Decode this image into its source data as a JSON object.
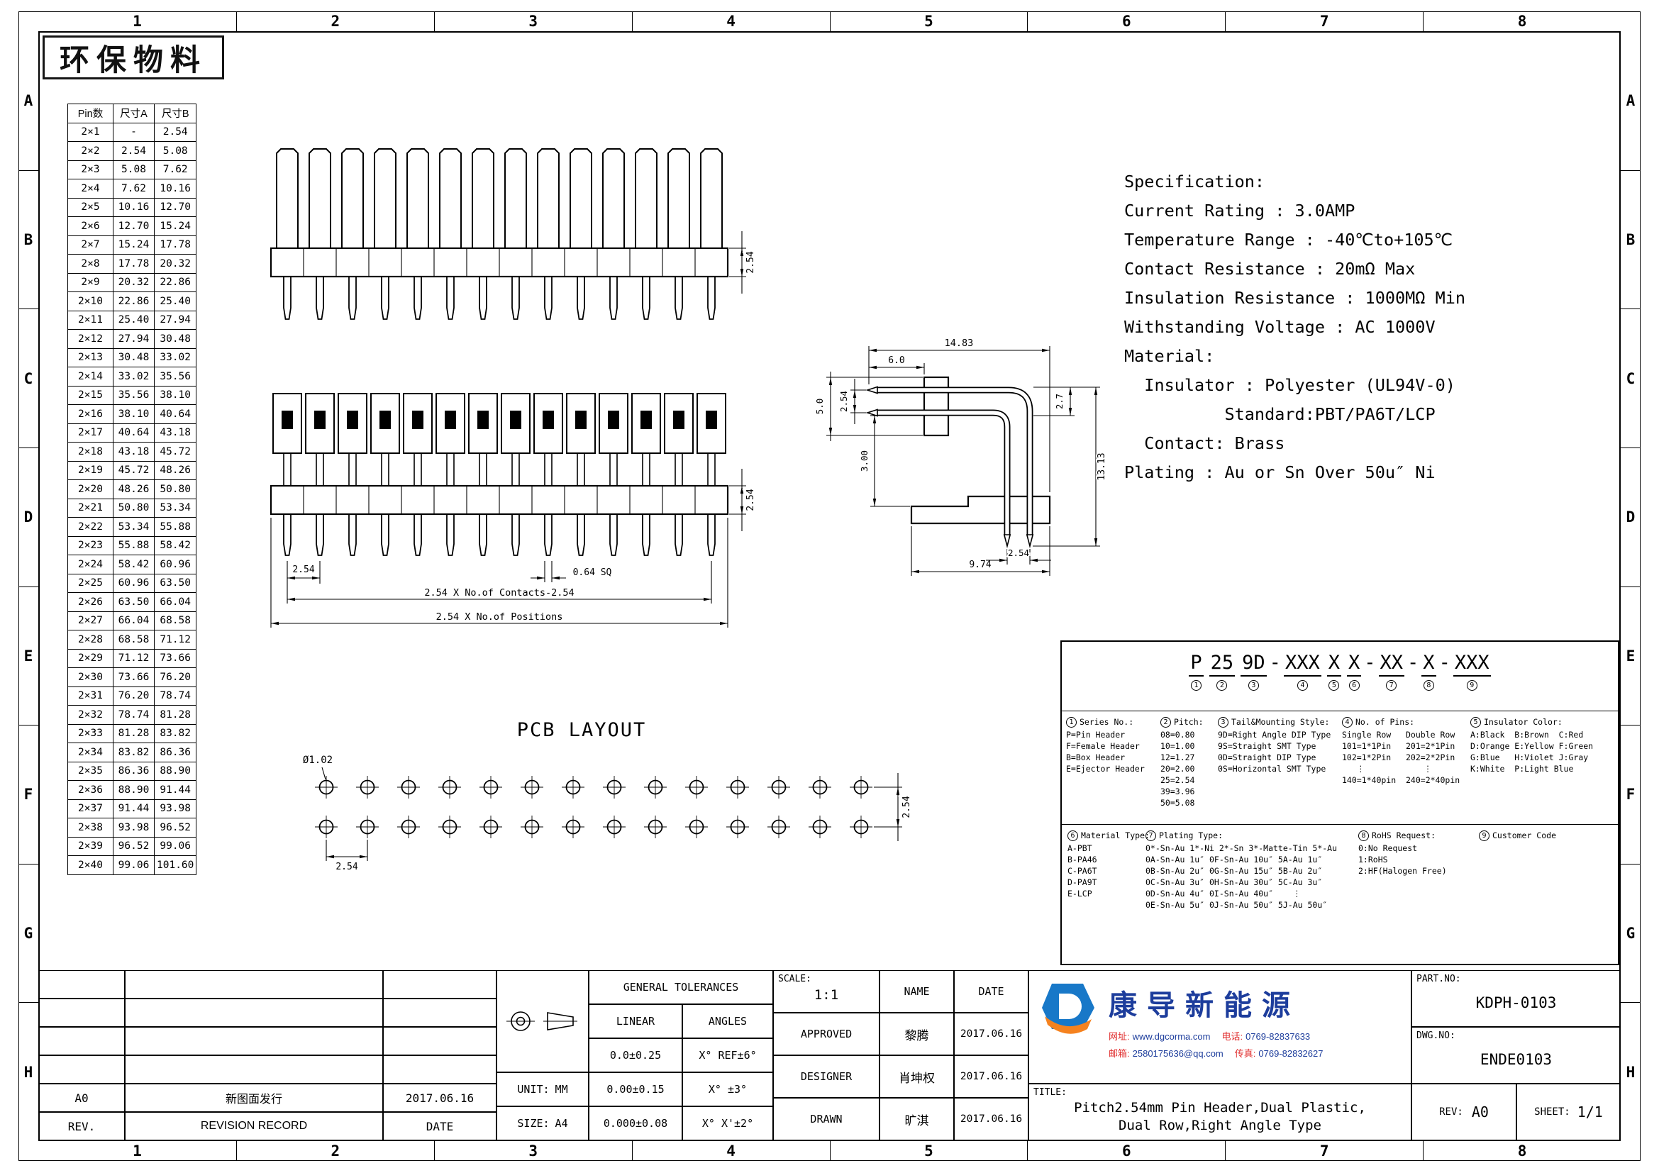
{
  "page": {
    "stamp": "环保物料",
    "grid_cols": [
      "1",
      "2",
      "3",
      "4",
      "5",
      "6",
      "7",
      "8"
    ],
    "grid_rows": [
      "A",
      "B",
      "C",
      "D",
      "E",
      "F",
      "G",
      "H"
    ]
  },
  "colors": {
    "accent_blue": "#1d3d9c",
    "accent_red": "#e02b2b",
    "logo_blue": "#1878c8",
    "logo_orange": "#f5821f"
  },
  "pin_table": {
    "headers": [
      "Pin数",
      "尺寸A",
      "尺寸B"
    ],
    "rows": [
      [
        "2×1",
        "-",
        "2.54"
      ],
      [
        "2×2",
        "2.54",
        "5.08"
      ],
      [
        "2×3",
        "5.08",
        "7.62"
      ],
      [
        "2×4",
        "7.62",
        "10.16"
      ],
      [
        "2×5",
        "10.16",
        "12.70"
      ],
      [
        "2×6",
        "12.70",
        "15.24"
      ],
      [
        "2×7",
        "15.24",
        "17.78"
      ],
      [
        "2×8",
        "17.78",
        "20.32"
      ],
      [
        "2×9",
        "20.32",
        "22.86"
      ],
      [
        "2×10",
        "22.86",
        "25.40"
      ],
      [
        "2×11",
        "25.40",
        "27.94"
      ],
      [
        "2×12",
        "27.94",
        "30.48"
      ],
      [
        "2×13",
        "30.48",
        "33.02"
      ],
      [
        "2×14",
        "33.02",
        "35.56"
      ],
      [
        "2×15",
        "35.56",
        "38.10"
      ],
      [
        "2×16",
        "38.10",
        "40.64"
      ],
      [
        "2×17",
        "40.64",
        "43.18"
      ],
      [
        "2×18",
        "43.18",
        "45.72"
      ],
      [
        "2×19",
        "45.72",
        "48.26"
      ],
      [
        "2×20",
        "48.26",
        "50.80"
      ],
      [
        "2×21",
        "50.80",
        "53.34"
      ],
      [
        "2×22",
        "53.34",
        "55.88"
      ],
      [
        "2×23",
        "55.88",
        "58.42"
      ],
      [
        "2×24",
        "58.42",
        "60.96"
      ],
      [
        "2×25",
        "60.96",
        "63.50"
      ],
      [
        "2×26",
        "63.50",
        "66.04"
      ],
      [
        "2×27",
        "66.04",
        "68.58"
      ],
      [
        "2×28",
        "68.58",
        "71.12"
      ],
      [
        "2×29",
        "71.12",
        "73.66"
      ],
      [
        "2×30",
        "73.66",
        "76.20"
      ],
      [
        "2×31",
        "76.20",
        "78.74"
      ],
      [
        "2×32",
        "78.74",
        "81.28"
      ],
      [
        "2×33",
        "81.28",
        "83.82"
      ],
      [
        "2×34",
        "83.82",
        "86.36"
      ],
      [
        "2×35",
        "86.36",
        "88.90"
      ],
      [
        "2×36",
        "88.90",
        "91.44"
      ],
      [
        "2×37",
        "91.44",
        "93.98"
      ],
      [
        "2×38",
        "93.98",
        "96.52"
      ],
      [
        "2×39",
        "96.52",
        "99.06"
      ],
      [
        "2×40",
        "99.06",
        "101.60"
      ]
    ]
  },
  "spec": {
    "lines": [
      "Specification:",
      "Current Rating : 3.0AMP",
      "Temperature Range : -40℃to+105℃",
      "Contact Resistance : 20mΩ Max",
      "Insulation Resistance : 1000MΩ Min",
      "Withstanding Voltage : AC 1000V",
      "Material:",
      "  Insulator : Polyester (UL94V-0)",
      "          Standard:PBT/PA6T/LCP",
      "  Contact: Brass",
      "Plating : Au or Sn Over 50u″ Ni"
    ]
  },
  "dims": {
    "top_row_pitch": "2.54",
    "mid_pitch": "2.54",
    "mid_sq": "0.64 SQ",
    "mid_contacts": "2.54 X No.of Contacts-2.54",
    "mid_positions": "2.54 X No.of Positions",
    "mid_body": "2.54",
    "side_total_w": "14.83",
    "side_tail": "6.0",
    "side_pitch": "2.54",
    "side_body_h": "5.0",
    "side_3": "3.00",
    "side_27": "2.7",
    "side_1313": "13.13",
    "side_974": "9.74",
    "side_leg_pitch": "2.54",
    "pcb_hole": "Ø1.02",
    "pcb_pitch": "2.54",
    "pcb_row_pitch": "2.54"
  },
  "pcb": {
    "title": "PCB LAYOUT"
  },
  "part_number": {
    "segments": [
      {
        "sep": "",
        "text": "P",
        "num": "1"
      },
      {
        "sep": " ",
        "text": "25",
        "num": "2"
      },
      {
        "sep": " ",
        "text": "9D",
        "num": "3"
      },
      {
        "sep": "-",
        "text": "XXX",
        "num": "4"
      },
      {
        "sep": " ",
        "text": "X",
        "num": "5"
      },
      {
        "sep": " ",
        "text": "X",
        "num": "6"
      },
      {
        "sep": "-",
        "text": "XX",
        "num": "7"
      },
      {
        "sep": "-",
        "text": "X",
        "num": "8"
      },
      {
        "sep": "-",
        "text": "XXX",
        "num": "9"
      }
    ],
    "legend": {
      "series": {
        "num": "1",
        "title": "Series No.:",
        "lines": [
          "P=Pin Header",
          "F=Female Header",
          "B=Box Header",
          "E=Ejector Header"
        ]
      },
      "pitch": {
        "num": "2",
        "title": "Pitch:",
        "lines": [
          "08=0.80",
          "10=1.00",
          "12=1.27",
          "20=2.00",
          "25=2.54",
          "39=3.96",
          "50=5.08"
        ]
      },
      "tail": {
        "num": "3",
        "title": "Tail&Mounting Style:",
        "lines": [
          "9D=Right Angle DIP Type",
          "9S=Straight SMT Type",
          "0D=Straight DIP Type",
          "0S=Horizontal SMT Type"
        ]
      },
      "pins": {
        "num": "4",
        "title": "No. of Pins:",
        "lines": [
          "Single Row   Double Row",
          "101=1*1Pin   201=2*1Pin",
          "102=1*2Pin   202=2*2Pin",
          "   ⋮            ⋮",
          "140=1*40pin  240=2*40pin"
        ]
      },
      "color": {
        "num": "5",
        "title": "Insulator Color:",
        "lines": [
          "A:Black  B:Brown  C:Red",
          "D:Orange E:Yellow F:Green",
          "G:Blue   H:Violet J:Gray",
          "K:White  P:Light Blue"
        ]
      },
      "material": {
        "num": "6",
        "title": "Material Type:",
        "lines": [
          "A-PBT",
          "B-PA46",
          "C-PA6T",
          "D-PA9T",
          "E-LCP"
        ]
      },
      "plating": {
        "num": "7",
        "title": "Plating Type:",
        "lines": [
          "0*-Sn-Au 1*-Ni 2*-Sn 3*-Matte-Tin 5*-Au",
          "0A-Sn-Au 1u″ 0F-Sn-Au 10u″ 5A-Au 1u″",
          "0B-Sn-Au 2u″ 0G-Sn-Au 15u″ 5B-Au 2u″",
          "0C-Sn-Au 3u″ 0H-Sn-Au 30u″ 5C-Au 3u″",
          "0D-Sn-Au 4u″ 0I-Sn-Au 40u″    ⋮",
          "0E-Sn-Au 5u″ 0J-Sn-Au 50u″ 5J-Au 50u″"
        ]
      },
      "rohs": {
        "num": "8",
        "title": "RoHS Request:",
        "lines": [
          "0:No Request",
          "1:RoHS",
          "2:HF(Halogen Free)"
        ]
      },
      "customer": {
        "num": "9",
        "title": "Customer Code",
        "lines": []
      }
    }
  },
  "title_block": {
    "general_tolerances": "GENERAL TOLERANCES",
    "linear": "LINEAR",
    "angles": "ANGLES",
    "tol_rows": [
      [
        "0.0±0.25",
        "X° REF±6°"
      ],
      [
        "0.00±0.15",
        "X° ±3°"
      ],
      [
        "0.000±0.08",
        "X° X'±2°"
      ]
    ],
    "unit_label": "UNIT:",
    "unit_value": "MM",
    "size_label": "SIZE:",
    "size_value": "A4",
    "scale_label": "SCALE:",
    "scale_value": "1:1",
    "name_header": "NAME",
    "date_header": "DATE",
    "sign_rows": [
      [
        "APPROVED",
        "黎腾",
        "2017.06.16"
      ],
      [
        "DESIGNER",
        "肖坤权",
        "2017.06.16"
      ],
      [
        "DRAWN",
        "旷淇",
        "2017.06.16"
      ]
    ],
    "rev_history": {
      "rev": "A0",
      "desc": "新图面发行",
      "date": "2017.06.16"
    },
    "rev_header": {
      "rev": "REV.",
      "desc": "REVISION RECORD",
      "date": "DATE"
    },
    "company": {
      "name": "康导新能源",
      "contacts": [
        {
          "label": "网址:",
          "value": "www.dgcorma.com"
        },
        {
          "label": "电话:",
          "value": "0769-82837633"
        },
        {
          "label": "邮箱:",
          "value": "2580175636@qq.com"
        },
        {
          "label": "传真:",
          "value": "0769-82832627"
        }
      ]
    },
    "title_label": "TITLE:",
    "title_line1": "Pitch2.54mm Pin Header,Dual Plastic,",
    "title_line2": "Dual Row,Right Angle Type",
    "part_no_label": "PART.NO:",
    "part_no": "KDPH-0103",
    "dwg_no_label": "DWG.NO:",
    "dwg_no": "ENDE0103",
    "rev_label": "REV:",
    "rev": "A0",
    "sheet_label": "SHEET:",
    "sheet": "1/1"
  }
}
